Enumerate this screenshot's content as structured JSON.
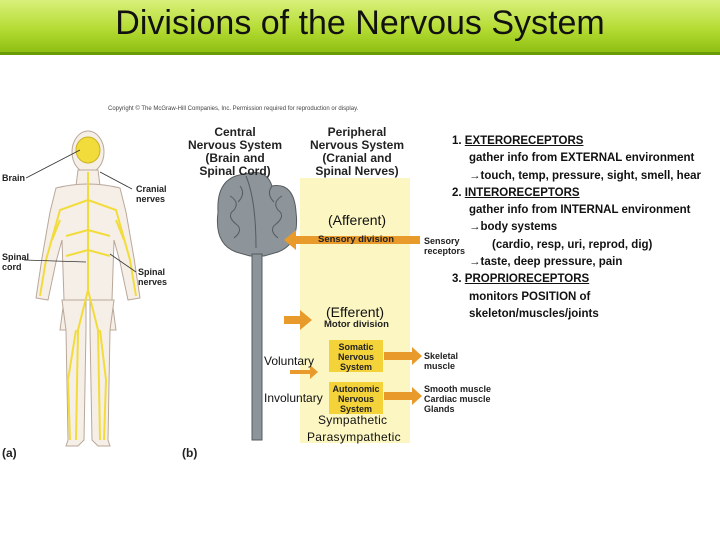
{
  "slide": {
    "title": "Divisions of the Nervous System",
    "copyright": "Copyright © The McGraw-Hill Companies, Inc. Permission required for reproduction or display."
  },
  "figure": {
    "central_header": "Central Nervous System (Brain and Spinal Cord)",
    "central_lines": [
      "Central",
      "Nervous System",
      "(Brain and",
      "Spinal Cord)"
    ],
    "peripheral_lines": [
      "Peripheral",
      "Nervous System",
      "(Cranial and",
      "Spinal Nerves)"
    ],
    "labels": {
      "brain": "Brain",
      "cranial": [
        "Cranial",
        "nerves"
      ],
      "spinal_cord": [
        "Spinal",
        "cord"
      ],
      "spinal_nerves": [
        "Spinal",
        "nerves"
      ],
      "sensory_division": "Sensory division",
      "sensory_receptors": [
        "Sensory",
        "receptors"
      ],
      "motor_division": "Motor division",
      "somatic": [
        "Somatic",
        "Nervous",
        "System"
      ],
      "autonomic": [
        "Autonomic",
        "Nervous",
        "System"
      ],
      "skeletal": [
        "Skeletal",
        "muscle"
      ],
      "smooth": [
        "Smooth muscle",
        "Cardiac muscle",
        "Glands"
      ],
      "fig_a": "(a)",
      "fig_b": "(b)"
    },
    "overlay": {
      "afferent": "(Afferent)",
      "efferent": "(Efferent)",
      "voluntary": "Voluntary",
      "involuntary": "Involuntary",
      "sympathetic": "Sympathetic",
      "parasympathetic": "Parasympathetic"
    }
  },
  "notes": {
    "l1_num": "1. ",
    "l1_head": "EXTERORECEPTORS",
    "l2": "gather info from EXTERNAL environment",
    "l3": "→touch, temp, pressure, sight, smell, hear",
    "l4_num": "2. ",
    "l4_head": "INTERORECEPTORS",
    "l5": "gather info from INTERNAL environment",
    "l6": "→body systems",
    "l7": "(cardio, resp, uri, reprod, dig)",
    "l8": "→taste, deep pressure, pain",
    "l9_num": "3. ",
    "l9_head": "PROPRIORECEPTORS",
    "l10": "monitors POSITION of",
    "l11": "skeleton/muscles/joints"
  },
  "colors": {
    "title_green": "#b5dc34",
    "nerve_yellow": "#f2dc3c",
    "panel_yellow": "#fbf6c2",
    "box_yellow": "#f4d23a",
    "arrow_orange": "#e89a2a"
  }
}
